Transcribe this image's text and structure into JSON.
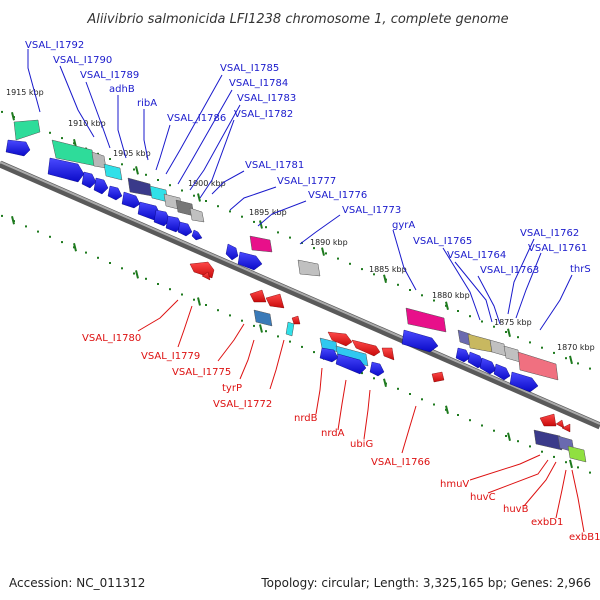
{
  "title": "Aliivibrio salmonicida LFI1238 chromosome 1, complete genome",
  "footer": {
    "accession": "Accession: NC_011312",
    "topology": "Topology: circular; Length: 3,325,165 bp; Genes: 2,966"
  },
  "colors": {
    "forward_label": "#1a1acc",
    "reverse_label": "#dd1111",
    "backbone": "#8a8a8a",
    "tick": "#1e7a1e",
    "forward_arrow": "#1515e0",
    "reverse_arrow": "#ee1111"
  },
  "scale_labels": [
    "1915 kbp",
    "1910 kbp",
    "1905 kbp",
    "1900 kbp",
    "1895 kbp",
    "1890 kbp",
    "1885 kbp",
    "1880 kbp",
    "1875 kbp",
    "1870 kbp"
  ],
  "forward_labels": [
    "VSAL_I1792",
    "VSAL_I1790",
    "VSAL_I1789",
    "adhB",
    "ribA",
    "VSAL_I1785",
    "VSAL_I1784",
    "VSAL_I1783",
    "VSAL_I1786",
    "VSAL_I1782",
    "VSAL_I1781",
    "VSAL_I1777",
    "VSAL_I1776",
    "VSAL_I1773",
    "gyrA",
    "VSAL_I1765",
    "VSAL_I1764",
    "VSAL_I1763",
    "VSAL_I1762",
    "VSAL_I1761",
    "thrS"
  ],
  "reverse_labels": [
    "VSAL_I1780",
    "VSAL_I1779",
    "VSAL_I1775",
    "tyrP",
    "VSAL_I1772",
    "nrdB",
    "nrdA",
    "ubiG",
    "VSAL_I1766",
    "hmuV",
    "huvC",
    "huvB",
    "exbD1",
    "exbB1"
  ]
}
